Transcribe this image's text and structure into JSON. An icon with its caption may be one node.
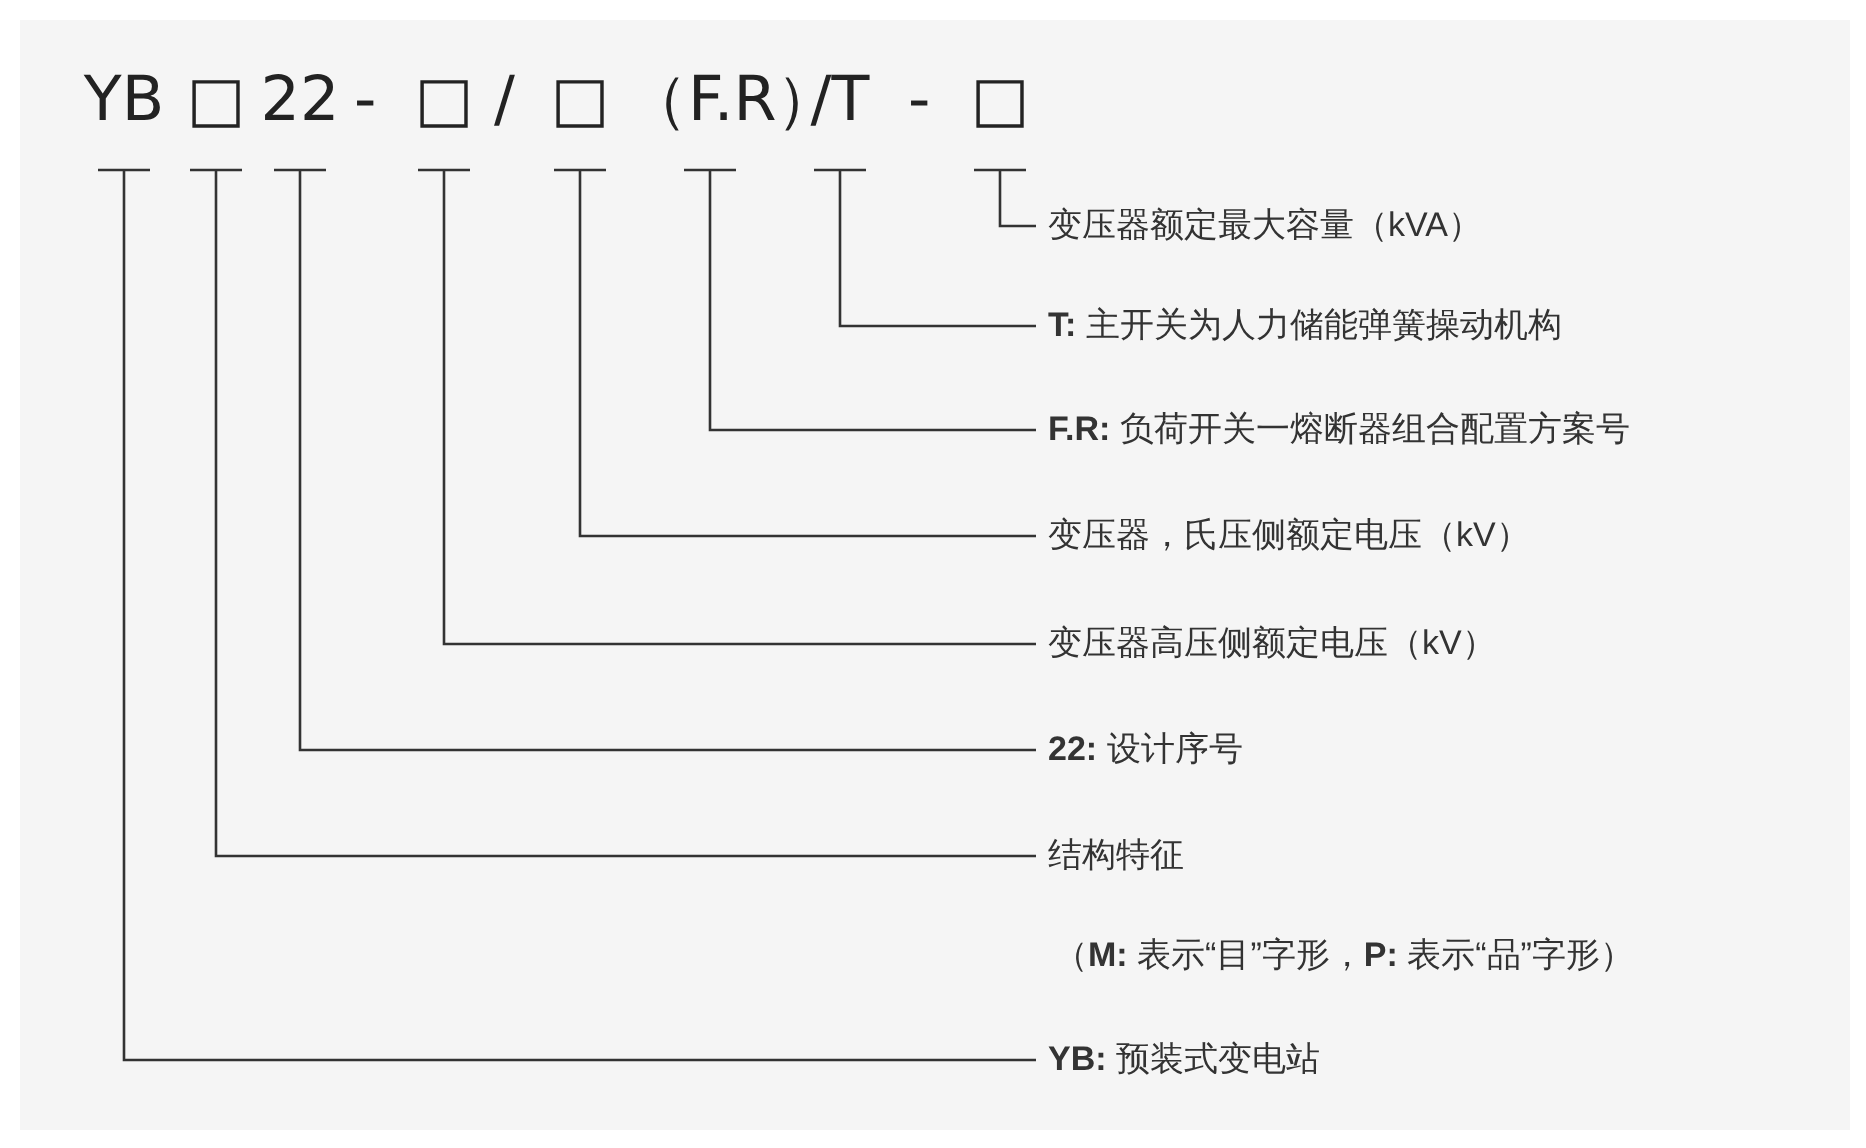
{
  "diagram": {
    "nodes": [
      {
        "text": [
          "YB"
        ]
      },
      {
        "text": [
          "□"
        ]
      },
      {
        "text": [
          "22"
        ]
      },
      {
        "text": [
          "□"
        ]
      },
      {
        "text": [
          "□"
        ]
      },
      {
        "text": [
          "（F.R）"
        ]
      },
      {
        "text": [
          "/T"
        ]
      },
      {
        "text": [
          "□"
        ]
      },
      {
        "text": [
          "变压器额定最大容量（kVA）"
        ]
      },
      {
        "text": [
          "**T:** 主开关为人力储能弹簧操动机构"
        ]
      },
      {
        "text": [
          "**F.R:** 负荷开关一熔断器组合配置方案号"
        ]
      },
      {
        "text": [
          "变压器，氏压侧额定电压（kV）"
        ]
      },
      {
        "text": [
          "变压器高压侧额定电压（kV）"
        ]
      },
      {
        "text": [
          "**22:** 设计序号"
        ]
      },
      {
        "text": [
          "结构特征"
        ],
        "beside": [
          "（**M:** 表示“目”字形，**P:** 表示“品”字形）"
        ]
      },
      {
        "text": [
          "**YB:** 预装式变电站"
        ]
      }
    ],
    "edges": [
      {
        "from": 8,
        "to": 7,
        "arrow": "none"
      },
      {
        "from": 9,
        "to": 6,
        "arrow": "none"
      },
      {
        "from": 10,
        "to": 5,
        "arrow": "none"
      },
      {
        "from": 11,
        "to": 4,
        "arrow": "none"
      },
      {
        "from": 12,
        "to": 3,
        "arrow": "none"
      },
      {
        "from": 13,
        "to": 2,
        "arrow": "none"
      },
      {
        "from": 14,
        "to": 1,
        "arrow": "none"
      },
      {
        "from": 15,
        "to": 0,
        "arrow": "none"
      }
    ],
    "labels": [
      "-",
      "/",
      "-"
    ]
  }
}
